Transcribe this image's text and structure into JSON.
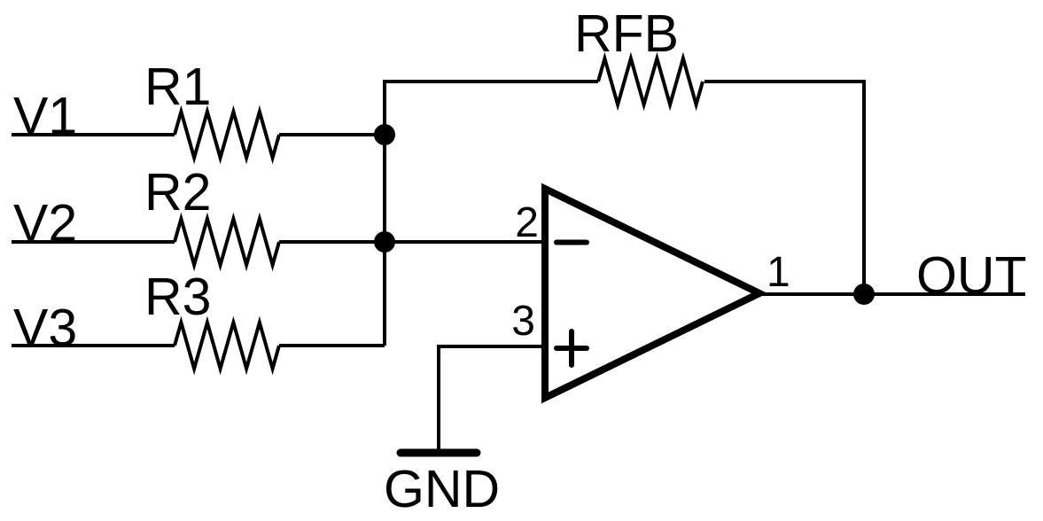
{
  "colors": {
    "ink": "#000000",
    "paper": "#ffffff"
  },
  "schematic": {
    "kind": "summing-amplifier-op-amp-circuit",
    "inputs": [
      {
        "label": "V1",
        "resistor": "R1"
      },
      {
        "label": "V2",
        "resistor": "R2"
      },
      {
        "label": "V3",
        "resistor": "R3"
      }
    ],
    "feedback_resistor": {
      "label": "RFB"
    },
    "op_amp": {
      "inverting_pin": "2",
      "noninverting_pin": "3",
      "output_pin": "1",
      "inverting_symbol": "−",
      "noninverting_symbol": "+"
    },
    "output_label": "OUT",
    "ground_label": "GND"
  }
}
